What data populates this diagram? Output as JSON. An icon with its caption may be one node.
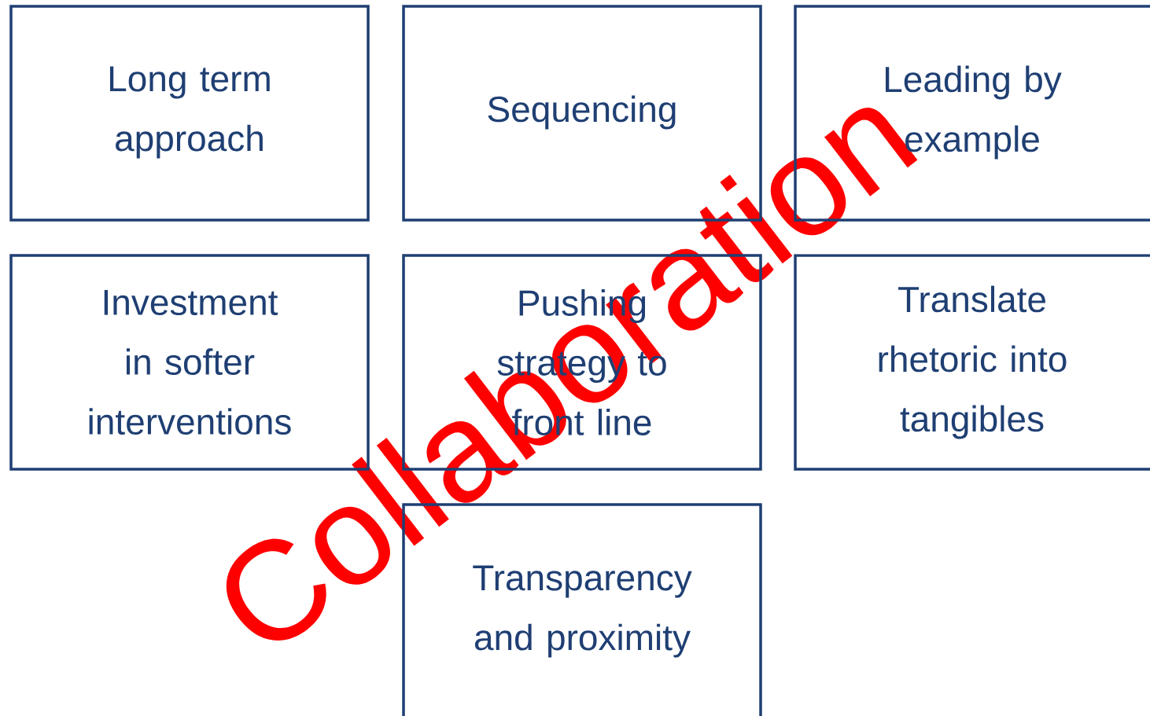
{
  "diagram": {
    "nodes": [
      {
        "text": [
          "Long term approach"
        ]
      },
      {
        "text": [
          "Sequencing"
        ]
      },
      {
        "text": [
          "Leading by example"
        ]
      },
      {
        "text": [
          "Investment in softer interventions"
        ]
      },
      {
        "text": [
          "Pushing strategy to front line"
        ]
      },
      {
        "text": [
          "Translate rhetoric into tangibles"
        ]
      },
      {
        "text": [
          "Transparency and proximity"
        ]
      }
    ],
    "labels": [
      "Collaboration"
    ]
  }
}
